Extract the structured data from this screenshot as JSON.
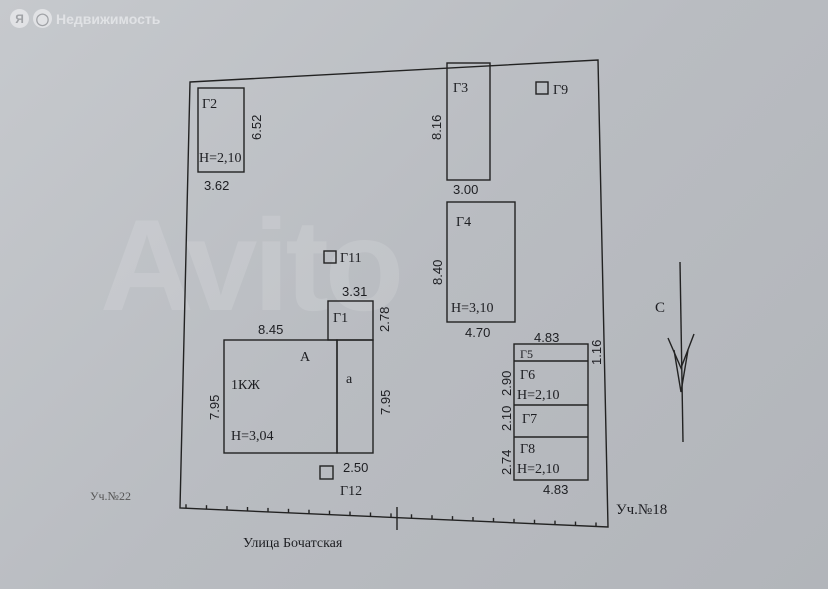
{
  "brand": {
    "logo_letter": "Я",
    "name": "Недвижимость"
  },
  "watermark": "Avito",
  "plan": {
    "street": "Улица Бочатская",
    "neighbor_left": "Уч.№22",
    "neighbor_right": "Уч.№18",
    "north": "С",
    "buildings": {
      "g2": {
        "label": "Г2",
        "height": "Н=2,10",
        "dim_w": "3.62",
        "dim_h": "6.52"
      },
      "g3": {
        "label": "Г3",
        "dim_w": "3.00",
        "dim_h": "8.16"
      },
      "g9": {
        "label": "Г9"
      },
      "g4": {
        "label": "Г4",
        "height": "Н=3,10",
        "dim_w": "4.70",
        "dim_h": "8.40"
      },
      "g11": {
        "label": "Г11"
      },
      "g1": {
        "label": "Г1",
        "dim_w": "3.31",
        "dim_h": "2.78"
      },
      "a_main": {
        "label": "А",
        "type": "1КЖ",
        "height": "Н=3,04",
        "dim_w": "8.45",
        "dim_h_left": "7.95",
        "dim_h_right": "7.95"
      },
      "a_ext": {
        "label": "а",
        "dim_w": "2.50"
      },
      "g12": {
        "label": "Г12"
      },
      "g5": {
        "label": "Г5",
        "dim_w": "4.83",
        "dim_h": "1.16"
      },
      "g6": {
        "label": "Г6",
        "height": "Н=2,10",
        "dim_h": "2.90"
      },
      "g7": {
        "label": "Г7",
        "dim_h": "2.10"
      },
      "g8": {
        "label": "Г8",
        "height": "Н=2,10",
        "dim_h": "2.74",
        "dim_w": "4.83"
      }
    }
  }
}
